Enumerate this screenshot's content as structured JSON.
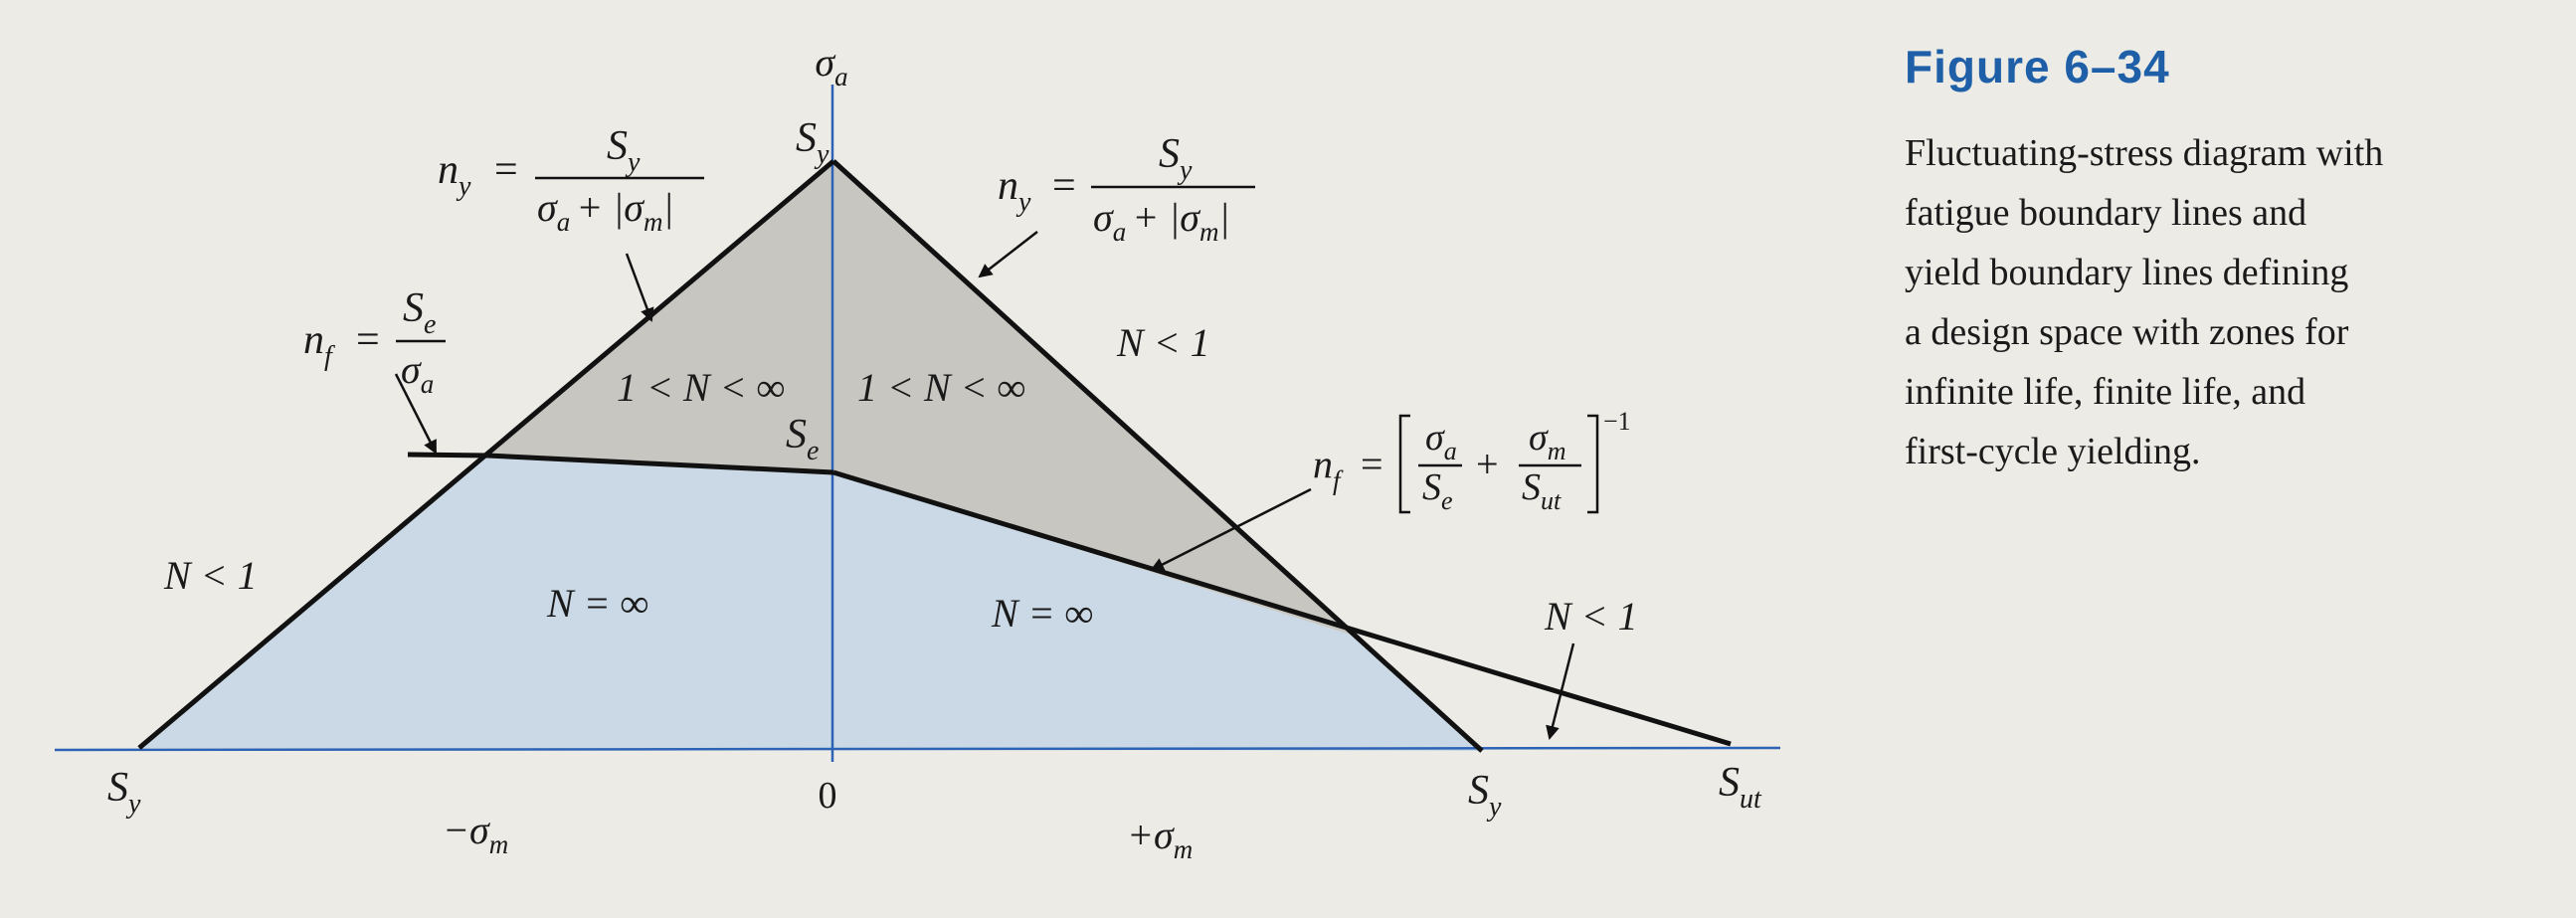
{
  "figure": {
    "title": "Figure 6–34",
    "caption_lines": [
      "Fluctuating-stress diagram with",
      "fatigue boundary lines and",
      "yield boundary lines defining",
      "a design space with zones for",
      "infinite life, finite life, and",
      "first-cycle yielding."
    ]
  },
  "axes": {
    "vertical_label": "σ",
    "vertical_sub": "a",
    "origin": "0",
    "neg_x_label": "−σ",
    "neg_x_sub": "m",
    "pos_x_label": "+σ",
    "pos_x_sub": "m"
  },
  "points": {
    "sy_left": {
      "main": "S",
      "sub": "y"
    },
    "sy_top": {
      "main": "S",
      "sub": "y"
    },
    "se": {
      "main": "S",
      "sub": "e"
    },
    "sy_right": {
      "main": "S",
      "sub": "y"
    },
    "sut": {
      "main": "S",
      "sub": "ut"
    }
  },
  "regions": {
    "left_outer": "N < 1",
    "left_finite": "1 < N < ∞",
    "right_finite": "1 < N < ∞",
    "right_outer_top": "N < 1",
    "left_infinite": "N = ∞",
    "right_infinite": "N = ∞",
    "right_outer_bottom": "N < 1"
  },
  "equations": {
    "ny_left": {
      "lhs": "n",
      "lhs_sub": "y",
      "eq": "=",
      "num": "S",
      "num_sub": "y",
      "den_a": "σ",
      "den_a_sub": "a",
      "den_plus": "+ |σ",
      "den_m_sub": "m",
      "den_close": "|"
    },
    "ny_right": {
      "lhs": "n",
      "lhs_sub": "y",
      "eq": "=",
      "num": "S",
      "num_sub": "y",
      "den_a": "σ",
      "den_a_sub": "a",
      "den_plus": "+ |σ",
      "den_m_sub": "m",
      "den_close": "|"
    },
    "nf_left": {
      "lhs": "n",
      "lhs_sub": "f",
      "eq": "=",
      "num": "S",
      "num_sub": "e",
      "den": "σ",
      "den_sub": "a"
    },
    "nf_right": {
      "lhs": "n",
      "lhs_sub": "f",
      "eq": "=",
      "frac1_num": "σ",
      "frac1_num_sub": "a",
      "frac1_den": "S",
      "frac1_den_sub": "e",
      "plus": "+",
      "frac2_num": "σ",
      "frac2_num_sub": "m",
      "frac2_den": "S",
      "frac2_den_sub": "ut",
      "exponent": "−1"
    }
  },
  "colors": {
    "infinite_life": "#cad9e5",
    "finite_life": "#c8c6c0",
    "axis": "#2c63b5",
    "boundary": "#111111",
    "title": "#1f5fa8"
  }
}
